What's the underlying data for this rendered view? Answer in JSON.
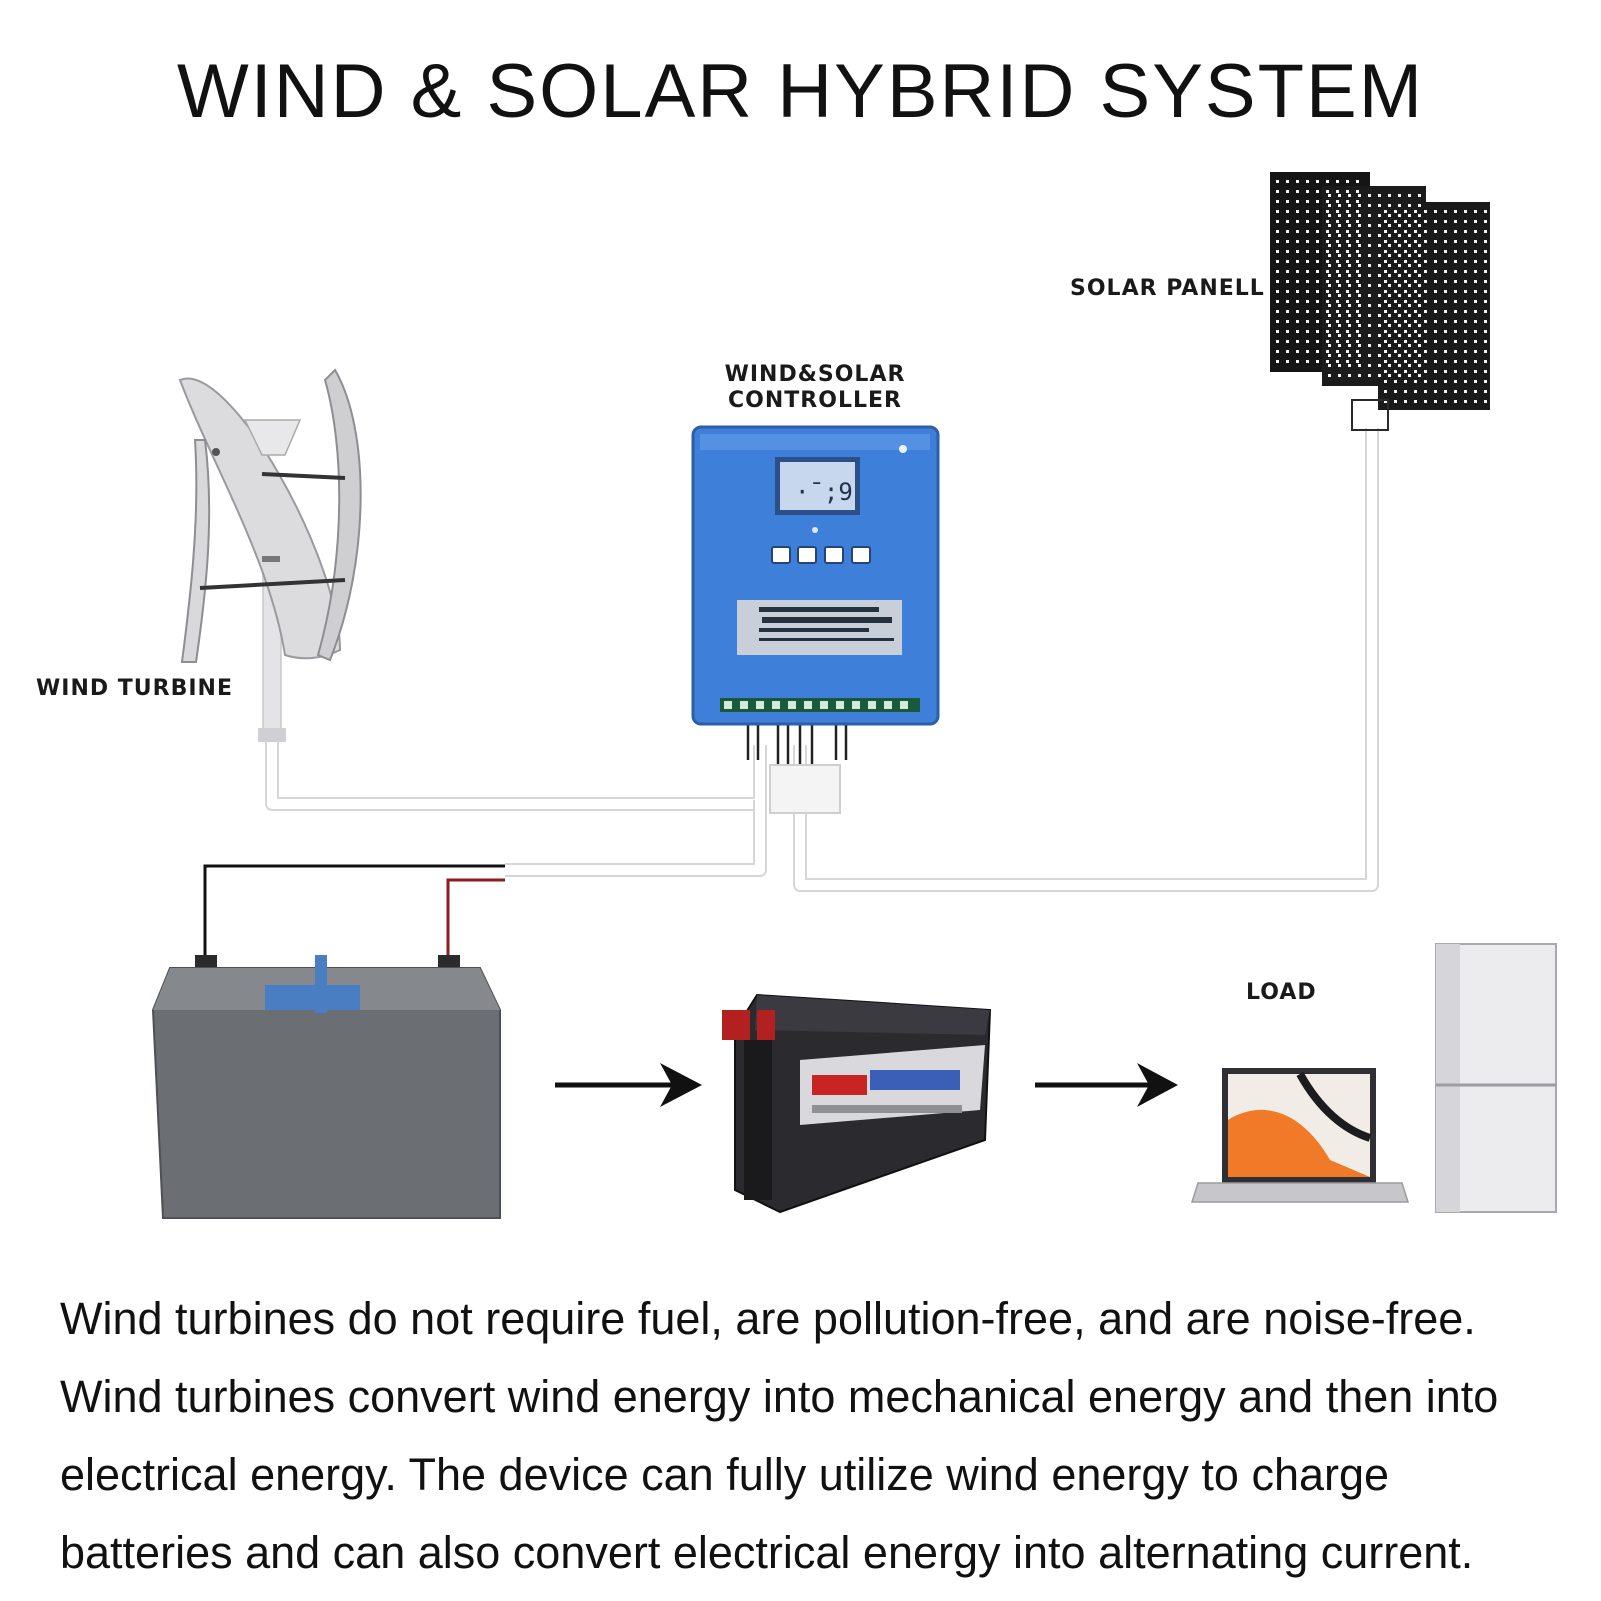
{
  "title": "WIND & SOLAR HYBRID SYSTEM",
  "labels": {
    "wind_turbine": "WIND TURBINE",
    "controller_line1": "WIND&SOLAR",
    "controller_line2": "CONTROLLER",
    "solar_panel": "SOLAR PANELL",
    "load": "LOAD"
  },
  "description_lines": [
    "Wind turbines do not require fuel, are pollution-free, and are noise-free.",
    "Wind turbines convert wind energy into mechanical energy and then into",
    "electrical energy. The device can fully utilize wind energy to charge",
    "batteries and can also convert electrical energy into alternating current."
  ],
  "colors": {
    "controller_blue": "#3d7fd9",
    "battery_gray": "#6b6e73",
    "battery_terminal_blue": "#4a7ec2",
    "inverter_dark": "#2b2b2f",
    "laptop_orange": "#f07a28",
    "arrow": "#111111"
  },
  "icons": {
    "wind_turbine": "vertical-axis-wind-turbine-icon",
    "solar_panel": "solar-panel-array-icon",
    "controller": "charge-controller-icon",
    "battery": "battery-icon",
    "inverter": "power-inverter-icon",
    "laptop": "laptop-icon",
    "refrigerator": "refrigerator-icon"
  }
}
